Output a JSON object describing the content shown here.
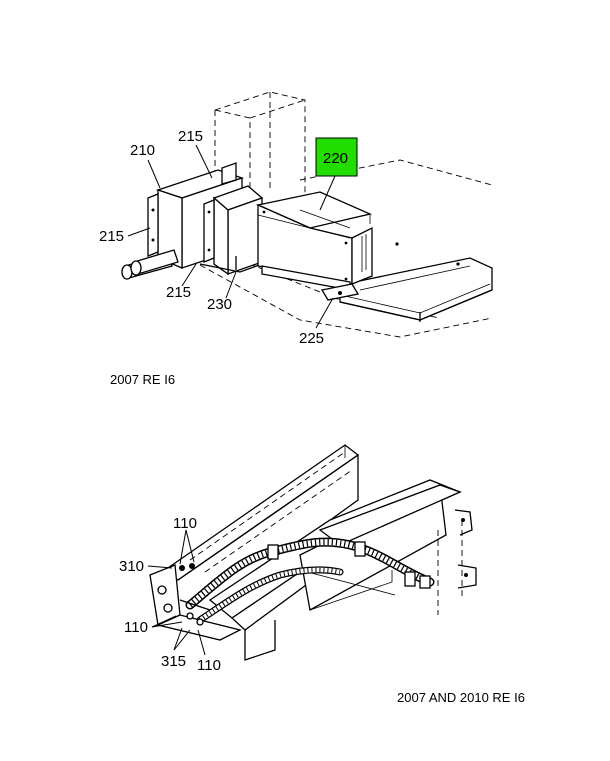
{
  "figure_top": {
    "callouts": {
      "c210": "210",
      "c215_top": "215",
      "c215_left": "215",
      "c215_bottom": "215",
      "c220": "220",
      "c225": "225",
      "c230": "230"
    },
    "highlight_color": "#22dd00",
    "caption": "2007 RE I6"
  },
  "figure_bottom": {
    "callouts": {
      "c110_top": "110",
      "c310": "310",
      "c110_left": "110",
      "c315": "315",
      "c110_bottom": "110"
    },
    "caption": "2007 AND 2010 RE I6"
  }
}
